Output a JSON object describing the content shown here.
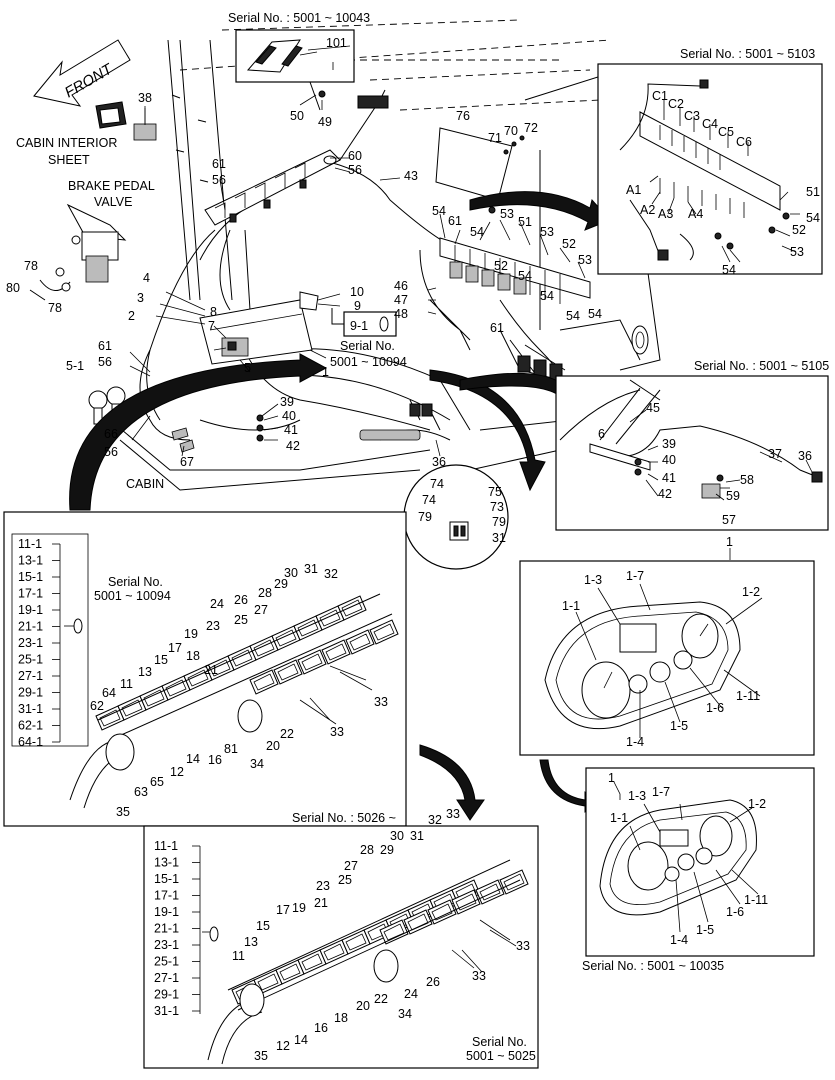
{
  "front_label": "FRONT",
  "main_labels": [
    {
      "id": "serial-top",
      "text": "Serial No. : 5001 ~ 10043"
    },
    {
      "id": "l101",
      "text": "101"
    },
    {
      "id": "l38",
      "text": "38"
    },
    {
      "id": "cabin-interior-1",
      "text": "CABIN INTERIOR"
    },
    {
      "id": "cabin-interior-2",
      "text": "SHEET"
    },
    {
      "id": "l50",
      "text": "50"
    },
    {
      "id": "l49",
      "text": "49"
    },
    {
      "id": "l76",
      "text": "76"
    },
    {
      "id": "l71",
      "text": "71"
    },
    {
      "id": "l70",
      "text": "70"
    },
    {
      "id": "l72",
      "text": "72"
    },
    {
      "id": "l61a",
      "text": "61"
    },
    {
      "id": "l56a",
      "text": "56"
    },
    {
      "id": "l60",
      "text": "60"
    },
    {
      "id": "l56b",
      "text": "56"
    },
    {
      "id": "l43",
      "text": "43"
    },
    {
      "id": "brake-1",
      "text": "BRAKE PEDAL"
    },
    {
      "id": "brake-2",
      "text": "VALVE"
    },
    {
      "id": "l54a",
      "text": "54"
    },
    {
      "id": "l61b",
      "text": "61"
    },
    {
      "id": "l53a",
      "text": "53"
    },
    {
      "id": "l51a",
      "text": "51"
    },
    {
      "id": "l54b",
      "text": "54"
    },
    {
      "id": "l53b",
      "text": "53"
    },
    {
      "id": "l52a",
      "text": "52"
    },
    {
      "id": "l52b",
      "text": "52"
    },
    {
      "id": "l53c",
      "text": "53"
    },
    {
      "id": "l54c",
      "text": "54"
    },
    {
      "id": "l78a",
      "text": "78"
    },
    {
      "id": "l80",
      "text": "80"
    },
    {
      "id": "l78b",
      "text": "78"
    },
    {
      "id": "l4",
      "text": "4"
    },
    {
      "id": "l3",
      "text": "3"
    },
    {
      "id": "l2",
      "text": "2"
    },
    {
      "id": "l7",
      "text": "7"
    },
    {
      "id": "l8",
      "text": "8"
    },
    {
      "id": "l10",
      "text": "10"
    },
    {
      "id": "l9",
      "text": "9"
    },
    {
      "id": "l9-1",
      "text": "9-1"
    },
    {
      "id": "l46",
      "text": "46"
    },
    {
      "id": "l47",
      "text": "47"
    },
    {
      "id": "l48",
      "text": "48"
    },
    {
      "id": "l54d",
      "text": "54"
    },
    {
      "id": "l61c",
      "text": "61"
    },
    {
      "id": "l54e",
      "text": "54"
    },
    {
      "id": "l54f",
      "text": "54"
    },
    {
      "id": "serial-10094-1",
      "text": "Serial No."
    },
    {
      "id": "serial-10094-2",
      "text": "5001 ~ 10094"
    },
    {
      "id": "l1a",
      "text": "1"
    },
    {
      "id": "l61d",
      "text": "61"
    },
    {
      "id": "l56c",
      "text": "56"
    },
    {
      "id": "l5-1",
      "text": "5-1"
    },
    {
      "id": "l5",
      "text": "5"
    },
    {
      "id": "l39a",
      "text": "39"
    },
    {
      "id": "l40a",
      "text": "40"
    },
    {
      "id": "l41a",
      "text": "41"
    },
    {
      "id": "l42a",
      "text": "42"
    },
    {
      "id": "l66",
      "text": "66"
    },
    {
      "id": "l56d",
      "text": "56"
    },
    {
      "id": "l67",
      "text": "67"
    },
    {
      "id": "l36a",
      "text": "36"
    },
    {
      "id": "cabin",
      "text": "CABIN"
    },
    {
      "id": "l74a",
      "text": "74"
    },
    {
      "id": "l74b",
      "text": "74"
    },
    {
      "id": "l79a",
      "text": "79"
    },
    {
      "id": "l75",
      "text": "75"
    },
    {
      "id": "l73",
      "text": "73"
    },
    {
      "id": "l79b",
      "text": "79"
    },
    {
      "id": "l31a",
      "text": "31"
    }
  ],
  "inset_wiring": {
    "serial": "Serial No. : 5001 ~ 5103",
    "labels": [
      {
        "id": "c1",
        "text": "C1"
      },
      {
        "id": "c2",
        "text": "C2"
      },
      {
        "id": "c3",
        "text": "C3"
      },
      {
        "id": "c4",
        "text": "C4"
      },
      {
        "id": "c5",
        "text": "C5"
      },
      {
        "id": "c6",
        "text": "C6"
      },
      {
        "id": "a1",
        "text": "A1"
      },
      {
        "id": "a2",
        "text": "A2"
      },
      {
        "id": "a3",
        "text": "A3"
      },
      {
        "id": "a4",
        "text": "A4"
      },
      {
        "id": "i51",
        "text": "51"
      },
      {
        "id": "i54a",
        "text": "54"
      },
      {
        "id": "i52",
        "text": "52"
      },
      {
        "id": "i53",
        "text": "53"
      },
      {
        "id": "i54b",
        "text": "54"
      }
    ]
  },
  "inset_harness": {
    "serial": "Serial No. : 5001 ~ 5105",
    "labels": [
      {
        "id": "h45",
        "text": "45"
      },
      {
        "id": "h6",
        "text": "6"
      },
      {
        "id": "h39",
        "text": "39"
      },
      {
        "id": "h40",
        "text": "40"
      },
      {
        "id": "h41",
        "text": "41"
      },
      {
        "id": "h42",
        "text": "42"
      },
      {
        "id": "h37",
        "text": "37"
      },
      {
        "id": "h36",
        "text": "36"
      },
      {
        "id": "h58",
        "text": "58"
      },
      {
        "id": "h59",
        "text": "59"
      },
      {
        "id": "h57",
        "text": "57"
      },
      {
        "id": "h1",
        "text": "1"
      }
    ]
  },
  "inset_switch_a": {
    "serial_1": "Serial No.",
    "serial_2": "5001 ~ 10094",
    "bottom_serial": "Serial No. : 5026 ~",
    "bulbs": [
      "11-1",
      "13-1",
      "15-1",
      "17-1",
      "19-1",
      "21-1",
      "23-1",
      "25-1",
      "27-1",
      "29-1",
      "31-1",
      "62-1",
      "64-1"
    ],
    "labels": [
      {
        "id": "s30",
        "text": "30"
      },
      {
        "id": "s31",
        "text": "31"
      },
      {
        "id": "s32",
        "text": "32"
      },
      {
        "id": "s28",
        "text": "28"
      },
      {
        "id": "s29",
        "text": "29"
      },
      {
        "id": "s24",
        "text": "24"
      },
      {
        "id": "s26",
        "text": "26"
      },
      {
        "id": "s27",
        "text": "27"
      },
      {
        "id": "s25",
        "text": "25"
      },
      {
        "id": "s23",
        "text": "23"
      },
      {
        "id": "s19",
        "text": "19"
      },
      {
        "id": "s21",
        "text": "21"
      },
      {
        "id": "s17",
        "text": "17"
      },
      {
        "id": "s18",
        "text": "18"
      },
      {
        "id": "s15",
        "text": "15"
      },
      {
        "id": "s13",
        "text": "13"
      },
      {
        "id": "s11",
        "text": "11"
      },
      {
        "id": "s64",
        "text": "64"
      },
      {
        "id": "s62",
        "text": "62"
      },
      {
        "id": "s33a",
        "text": "33"
      },
      {
        "id": "s33b",
        "text": "33"
      },
      {
        "id": "s22",
        "text": "22"
      },
      {
        "id": "s20",
        "text": "20"
      },
      {
        "id": "s81",
        "text": "81"
      },
      {
        "id": "s34",
        "text": "34"
      },
      {
        "id": "s16",
        "text": "16"
      },
      {
        "id": "s14",
        "text": "14"
      },
      {
        "id": "s12",
        "text": "12"
      },
      {
        "id": "s65",
        "text": "65"
      },
      {
        "id": "s63",
        "text": "63"
      },
      {
        "id": "s35",
        "text": "35"
      }
    ]
  },
  "inset_switch_b": {
    "bottom_serial_1": "Serial No.",
    "bottom_serial_2": "5001 ~ 5025",
    "bulbs": [
      "11-1",
      "13-1",
      "15-1",
      "17-1",
      "19-1",
      "21-1",
      "23-1",
      "25-1",
      "27-1",
      "29-1",
      "31-1"
    ],
    "labels": [
      {
        "id": "b33a",
        "text": "33"
      },
      {
        "id": "b32",
        "text": "32"
      },
      {
        "id": "b30",
        "text": "30"
      },
      {
        "id": "b31",
        "text": "31"
      },
      {
        "id": "b28",
        "text": "28"
      },
      {
        "id": "b29",
        "text": "29"
      },
      {
        "id": "b27",
        "text": "27"
      },
      {
        "id": "b23",
        "text": "23"
      },
      {
        "id": "b25",
        "text": "25"
      },
      {
        "id": "b21",
        "text": "21"
      },
      {
        "id": "b19",
        "text": "19"
      },
      {
        "id": "b17",
        "text": "17"
      },
      {
        "id": "b15",
        "text": "15"
      },
      {
        "id": "b13",
        "text": "13"
      },
      {
        "id": "b11",
        "text": "11"
      },
      {
        "id": "b33b",
        "text": "33"
      },
      {
        "id": "b33c",
        "text": "33"
      },
      {
        "id": "b26",
        "text": "26"
      },
      {
        "id": "b24",
        "text": "24"
      },
      {
        "id": "b22",
        "text": "22"
      },
      {
        "id": "b20",
        "text": "20"
      },
      {
        "id": "b18",
        "text": "18"
      },
      {
        "id": "b16",
        "text": "16"
      },
      {
        "id": "b14",
        "text": "14"
      },
      {
        "id": "b12",
        "text": "12"
      },
      {
        "id": "b34",
        "text": "34"
      },
      {
        "id": "b35",
        "text": "35"
      }
    ]
  },
  "inset_gauge_a": {
    "labels": [
      {
        "id": "g1-3",
        "text": "1-3"
      },
      {
        "id": "g1-7",
        "text": "1-7"
      },
      {
        "id": "g1-1",
        "text": "1-1"
      },
      {
        "id": "g1-2",
        "text": "1-2"
      },
      {
        "id": "g1-11",
        "text": "1-11"
      },
      {
        "id": "g1-6",
        "text": "1-6"
      },
      {
        "id": "g1-5",
        "text": "1-5"
      },
      {
        "id": "g1-4",
        "text": "1-4"
      }
    ]
  },
  "inset_gauge_b": {
    "serial": "Serial No. : 5001 ~ 10035",
    "labels": [
      {
        "id": "k1",
        "text": "1"
      },
      {
        "id": "k1-3",
        "text": "1-3"
      },
      {
        "id": "k1-7",
        "text": "1-7"
      },
      {
        "id": "k1-1",
        "text": "1-1"
      },
      {
        "id": "k1-2",
        "text": "1-2"
      },
      {
        "id": "k1-11",
        "text": "1-11"
      },
      {
        "id": "k1-6",
        "text": "1-6"
      },
      {
        "id": "k1-5",
        "text": "1-5"
      },
      {
        "id": "k1-4",
        "text": "1-4"
      }
    ]
  }
}
